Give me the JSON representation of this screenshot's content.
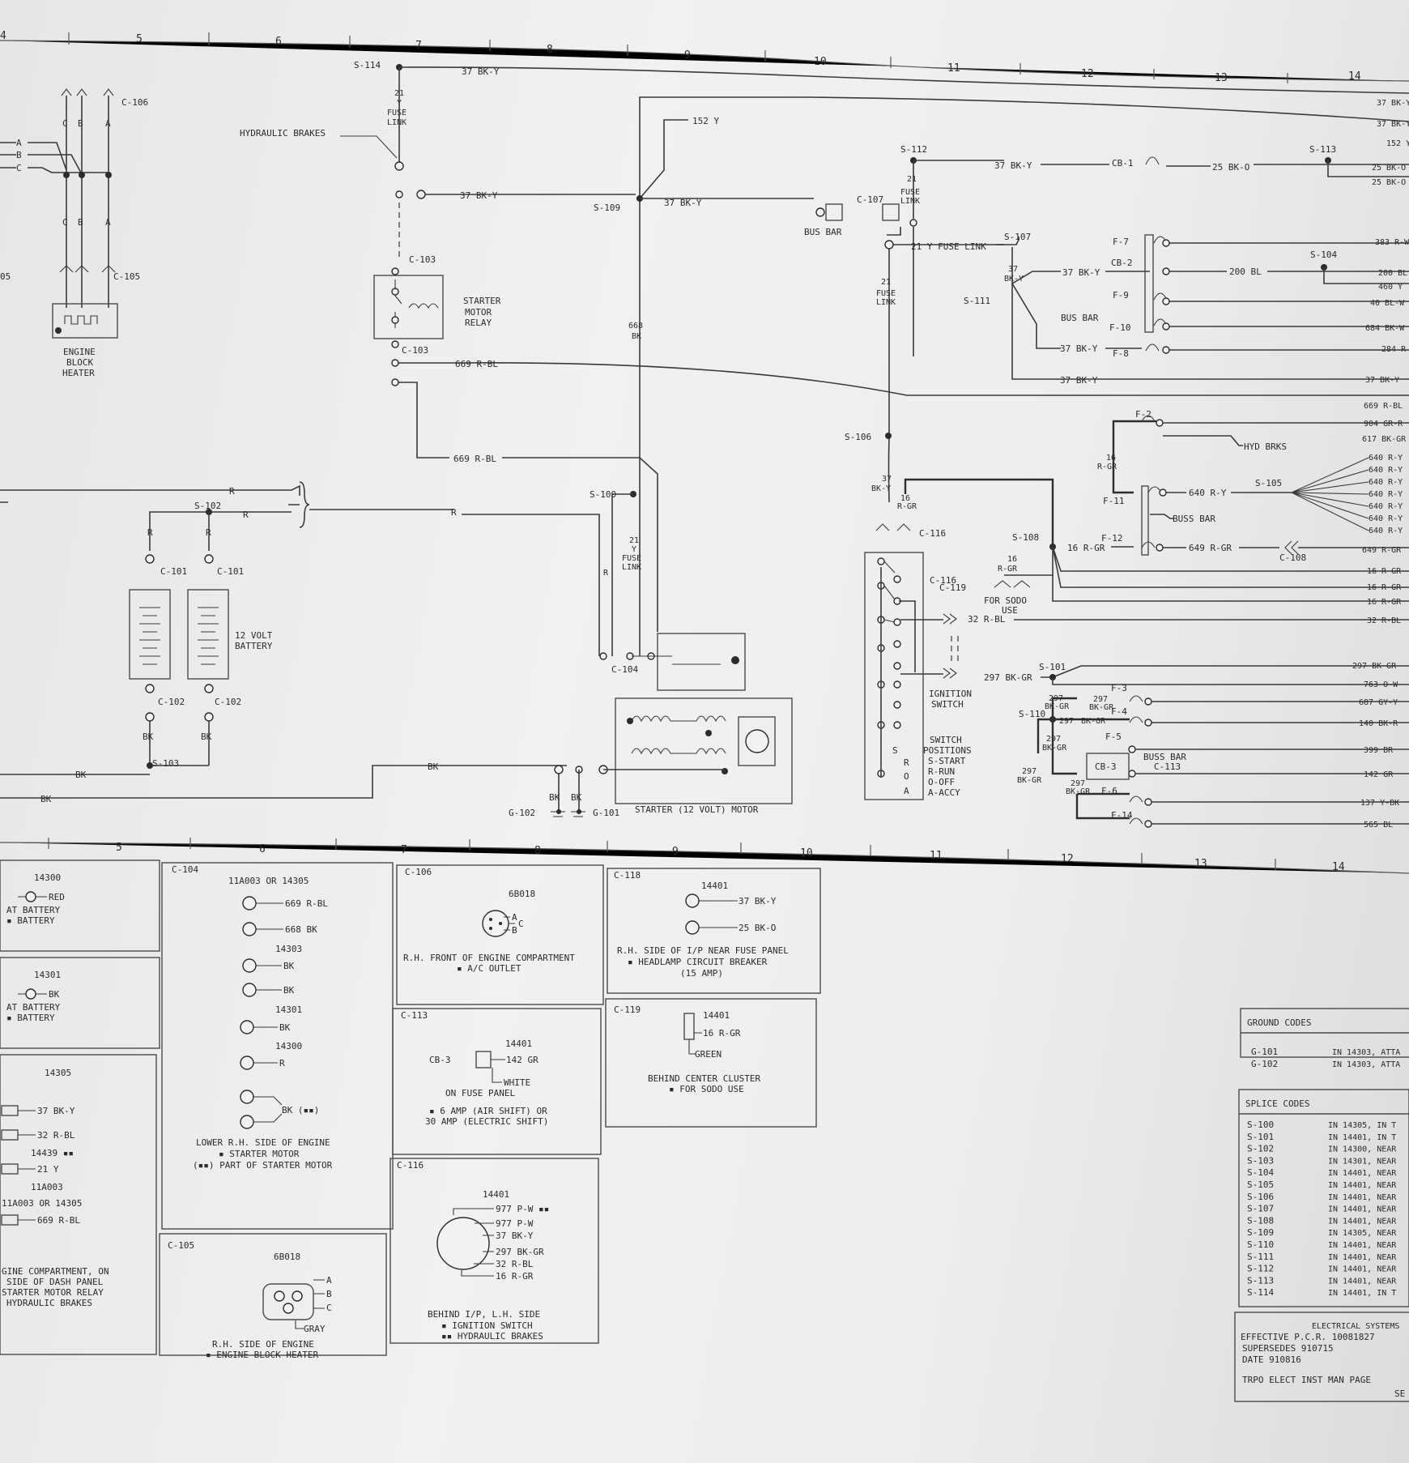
{
  "columns_top": [
    "4",
    "5",
    "6",
    "7",
    "8",
    "9",
    "10",
    "11",
    "12",
    "13",
    "14"
  ],
  "columns_bottom": [
    "5",
    "6",
    "7",
    "8",
    "9",
    "10",
    "11",
    "12",
    "13",
    "14"
  ],
  "upper": {
    "s114": "S-114",
    "w37bky": "37 BK-Y",
    "fuse21": "21",
    "fuseY": "Y",
    "fuse": "FUSE",
    "link": "LINK",
    "hyd_brakes": "HYDRAULIC BRAKES",
    "c103": "C-103",
    "starter_relay_1": "STARTER",
    "starter_relay_2": "MOTOR",
    "starter_relay_3": "RELAY",
    "w669": "669 R-BL",
    "w152": "152 Y",
    "s109": "S-109",
    "w668": "668",
    "bk": "BK",
    "s100": "S-100",
    "r": "R",
    "c104": "C-104",
    "starter_motor": "STARTER (12 VOLT) MOTOR",
    "g102": "G-102",
    "g101": "G-101",
    "c106": "C-106",
    "c105": "C-105",
    "a": "A",
    "b": "B",
    "c": "C",
    "engine_block_heater_1": "ENGINE",
    "engine_block_heater_2": "BLOCK",
    "engine_block_heater_3": "HEATER",
    "c05": "05",
    "s102": "S-102",
    "c101": "C-101",
    "c102": "C-102",
    "battery_1": "12 VOLT",
    "battery_2": "BATTERY",
    "s103": "S-103",
    "s112": "S-112",
    "c107": "C-107",
    "bus_bar": "BUS BAR",
    "cb1": "CB-1",
    "w25bko": "25 BK-O",
    "s113": "S-113",
    "w21y_fuse_link": "21 Y FUSE LINK",
    "s107": "S-107",
    "s111": "S-111",
    "s106": "S-106",
    "s104": "S-104",
    "w200": "200 BL",
    "f7": "F-7",
    "cb2": "CB-2",
    "f9": "F-9",
    "f10": "F-10",
    "f8": "F-8",
    "w37_2": "37",
    "bky": "BK-Y",
    "f2": "F-2",
    "hyd_brks": "HYD BRKS",
    "w16": "16",
    "rgr": "R-GR",
    "f11": "F-11",
    "buss_bar": "BUSS BAR",
    "w640": "640 R-Y",
    "s105": "S-105",
    "f12": "F-12",
    "s108": "S-108",
    "w16rgr": "16 R-GR",
    "w649": "649 R-GR",
    "c108": "C-108",
    "c116": "C-116",
    "c119": "C-119",
    "for_sodo_1": "FOR SODO",
    "for_sodo_2": "USE",
    "w32": "32 R-BL",
    "w297": "297 BK-GR",
    "ignition_1": "IGNITION",
    "ignition_2": "SWITCH",
    "positions": [
      "SWITCH",
      "POSITIONS",
      "S-START",
      "R-RUN",
      "O-OFF",
      "A-ACCY"
    ],
    "sw_labels": [
      "S",
      "R",
      "O",
      "A"
    ],
    "s101": "S-101",
    "s110": "S-110",
    "f3": "F-3",
    "f4": "F-4",
    "f5": "F-5",
    "cb3": "CB-3",
    "c113": "C-113",
    "f6": "F-6",
    "f14": "F-14",
    "w297a": "297",
    "bkgr": "BK-GR"
  },
  "right_wires": [
    "37 BK-Y",
    "37 BK-Y",
    "152 Y",
    "25 BK-O",
    "25 BK-O",
    "383 R-W",
    "200 BL",
    "460 Y",
    "40 BL-W",
    "684 BK-W",
    "284 R",
    "37 BK-Y",
    "669 R-BL",
    "904 GR-R",
    "617 BK-GR",
    "640 R-Y",
    "640 R-Y",
    "640 R-Y",
    "640 R-Y",
    "640 R-Y",
    "640 R-Y",
    "640 R-Y",
    "649 R-GR",
    "16 R-GR",
    "16 R-GR",
    "16 R-GR",
    "32 R-BL",
    "297 BK-GR",
    "763 O-W",
    "687 GY-Y",
    "140 BK-R",
    "399 BR",
    "142 GR",
    "137 Y-BK",
    "565 BL"
  ],
  "panels": {
    "p14300": {
      "part": "14300",
      "wire": "RED",
      "l1": "AT BATTERY",
      "l2": "▪ BATTERY"
    },
    "p14301": {
      "part": "14301",
      "wire": "BK",
      "l1": "AT BATTERY",
      "l2": "▪ BATTERY"
    },
    "p14305": {
      "part": "14305",
      "w1": "37 BK-Y",
      "w2": "32 R-BL",
      "p2": "14439 ▪▪",
      "w3": "21 Y",
      "p3": "11A003",
      "p4": "11A003 OR 14305",
      "w4": "669 R-BL",
      "l1": "GINE COMPARTMENT, ON",
      "l2": "SIDE OF DASH PANEL",
      "l3": "STARTER MOTOR RELAY",
      "l4": "HYDRAULIC BRAKES"
    },
    "c104": {
      "title": "C-104",
      "part": "11A003 OR 14305",
      "w1": "669 R-BL",
      "w2": "668 BK",
      "p2": "14303",
      "w3": "BK",
      "w4": "BK",
      "p3": "14301",
      "w5": "BK",
      "p4": "14300",
      "w6": "R",
      "w7": "BK (▪▪)",
      "l1": "LOWER R.H. SIDE OF ENGINE",
      "l2": "▪ STARTER MOTOR",
      "l3": "(▪▪) PART OF STARTER MOTOR"
    },
    "c105": {
      "title": "C-105",
      "part": "6B018",
      "a": "A",
      "b": "B",
      "c": "C",
      "gray": "GRAY",
      "l1": "R.H. SIDE OF ENGINE",
      "l2": "▪ ENGINE BLOCK HEATER"
    },
    "c106": {
      "title": "C-106",
      "part": "6B018",
      "a": "A",
      "b": "B",
      "c": "C",
      "l1": "R.H. FRONT OF ENGINE COMPARTMENT",
      "l2": "▪ A/C OUTLET"
    },
    "c113": {
      "title": "C-113",
      "part": "14401",
      "cb3": "CB-3",
      "w1": "142 GR",
      "white": "WHITE",
      "l0": "ON FUSE PANEL",
      "l1": "▪ 6 AMP (AIR SHIFT) OR",
      "l2": "30 AMP (ELECTRIC SHIFT)"
    },
    "c116": {
      "title": "C-116",
      "part": "14401",
      "w0": "977 P-W ▪▪",
      "w1": "977 P-W",
      "w2": "37 BK-Y",
      "w3": "297 BK-GR",
      "w4": "32 R-BL",
      "w5": "16 R-GR",
      "l1": "BEHIND I/P, L.H. SIDE",
      "l2": "▪ IGNITION SWITCH",
      "l3": "▪▪ HYDRAULIC BRAKES"
    },
    "c118": {
      "title": "C-118",
      "part": "14401",
      "w1": "37 BK-Y",
      "w2": "25 BK-O",
      "l1": "R.H. SIDE OF I/P NEAR FUSE PANEL",
      "l2": "▪ HEADLAMP CIRCUIT BREAKER",
      "l3": "(15 AMP)"
    },
    "c119": {
      "title": "C-119",
      "part": "14401",
      "w1": "16 R-GR",
      "green": "GREEN",
      "l1": "BEHIND CENTER CLUSTER",
      "l2": "▪ FOR SODO USE"
    }
  },
  "codes": {
    "ground_title": "GROUND CODES",
    "ground": [
      {
        "code": "G-101",
        "desc": "IN 14303, ATTA"
      },
      {
        "code": "G-102",
        "desc": "IN 14303, ATTA"
      }
    ],
    "splice_title": "SPLICE CODES",
    "splice": [
      {
        "code": "S-100",
        "desc": "IN 14305, IN T"
      },
      {
        "code": "S-101",
        "desc": "IN 14401, IN T"
      },
      {
        "code": "S-102",
        "desc": "IN 14300, NEAR"
      },
      {
        "code": "S-103",
        "desc": "IN 14301, NEAR"
      },
      {
        "code": "S-104",
        "desc": "IN 14401, NEAR"
      },
      {
        "code": "S-105",
        "desc": "IN 14401, NEAR"
      },
      {
        "code": "S-106",
        "desc": "IN 14401, NEAR"
      },
      {
        "code": "S-107",
        "desc": "IN 14401, NEAR"
      },
      {
        "code": "S-108",
        "desc": "IN 14401, NEAR"
      },
      {
        "code": "S-109",
        "desc": "IN 14305, NEAR"
      },
      {
        "code": "S-110",
        "desc": "IN 14401, NEAR"
      },
      {
        "code": "S-111",
        "desc": "IN 14401, NEAR"
      },
      {
        "code": "S-112",
        "desc": "IN 14401, NEAR"
      },
      {
        "code": "S-113",
        "desc": "IN 14401, NEAR"
      },
      {
        "code": "S-114",
        "desc": "IN 14401, IN T"
      }
    ]
  },
  "title_block": {
    "system": "ELECTRICAL SYSTEMS",
    "effective": "EFFECTIVE P.C.R. 10081827",
    "supersedes": "SUPERSEDES 910715",
    "date": "DATE 910816",
    "manual": "TRPO ELECT INST MAN PAGE",
    "se": "SE"
  }
}
